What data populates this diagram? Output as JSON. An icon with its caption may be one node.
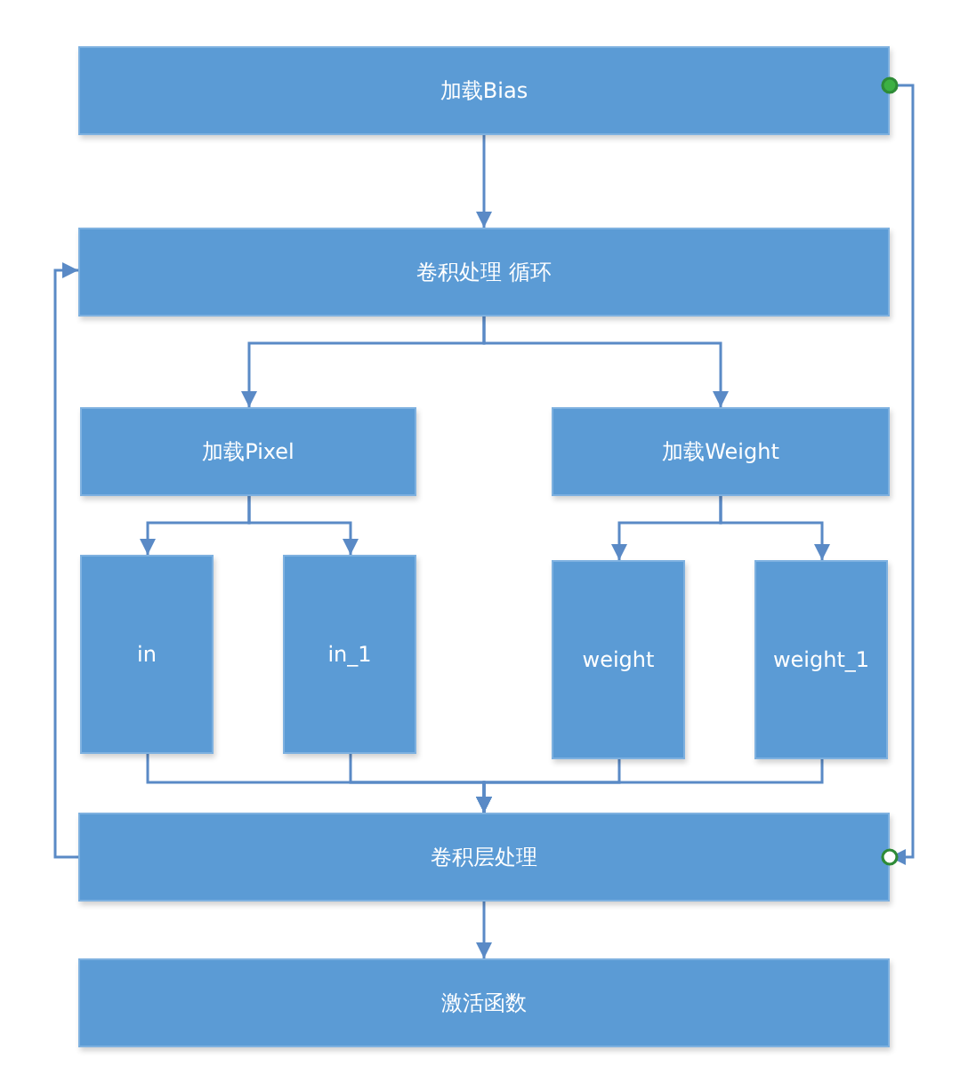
{
  "diagram": {
    "nodes": [
      {
        "text": [
          "加载Bias"
        ]
      },
      {
        "text": [
          "卷积处理 循环"
        ]
      },
      {
        "text": [
          "加载Pixel"
        ]
      },
      {
        "text": [
          "加载Weight"
        ]
      },
      {
        "text": [
          "in"
        ]
      },
      {
        "text": [
          "in_1"
        ]
      },
      {
        "text": [
          "weight"
        ]
      },
      {
        "text": [
          "weight_1"
        ]
      },
      {
        "text": [
          "卷积层处理"
        ]
      },
      {
        "text": [
          "激活函数"
        ]
      }
    ],
    "edges": [
      {
        "from": 0,
        "to": 1,
        "arrow": "to"
      },
      {
        "from": 1,
        "to": 2,
        "arrow": "to"
      },
      {
        "from": 1,
        "to": 3,
        "arrow": "to"
      },
      {
        "from": 2,
        "to": 4,
        "arrow": "to"
      },
      {
        "from": 2,
        "to": 5,
        "arrow": "to"
      },
      {
        "from": 3,
        "to": 6,
        "arrow": "to"
      },
      {
        "from": 3,
        "to": 7,
        "arrow": "to"
      },
      {
        "from": 4,
        "to": 8,
        "arrow": "to"
      },
      {
        "from": 5,
        "to": 8,
        "arrow": "to"
      },
      {
        "from": 6,
        "to": 8,
        "arrow": "to"
      },
      {
        "from": 7,
        "to": 8,
        "arrow": "to"
      },
      {
        "from": 8,
        "to": 9,
        "arrow": "to"
      },
      {
        "from": 8,
        "to": 1,
        "arrow": "to"
      },
      {
        "from": 0,
        "to": 8,
        "arrow": "to"
      }
    ]
  }
}
